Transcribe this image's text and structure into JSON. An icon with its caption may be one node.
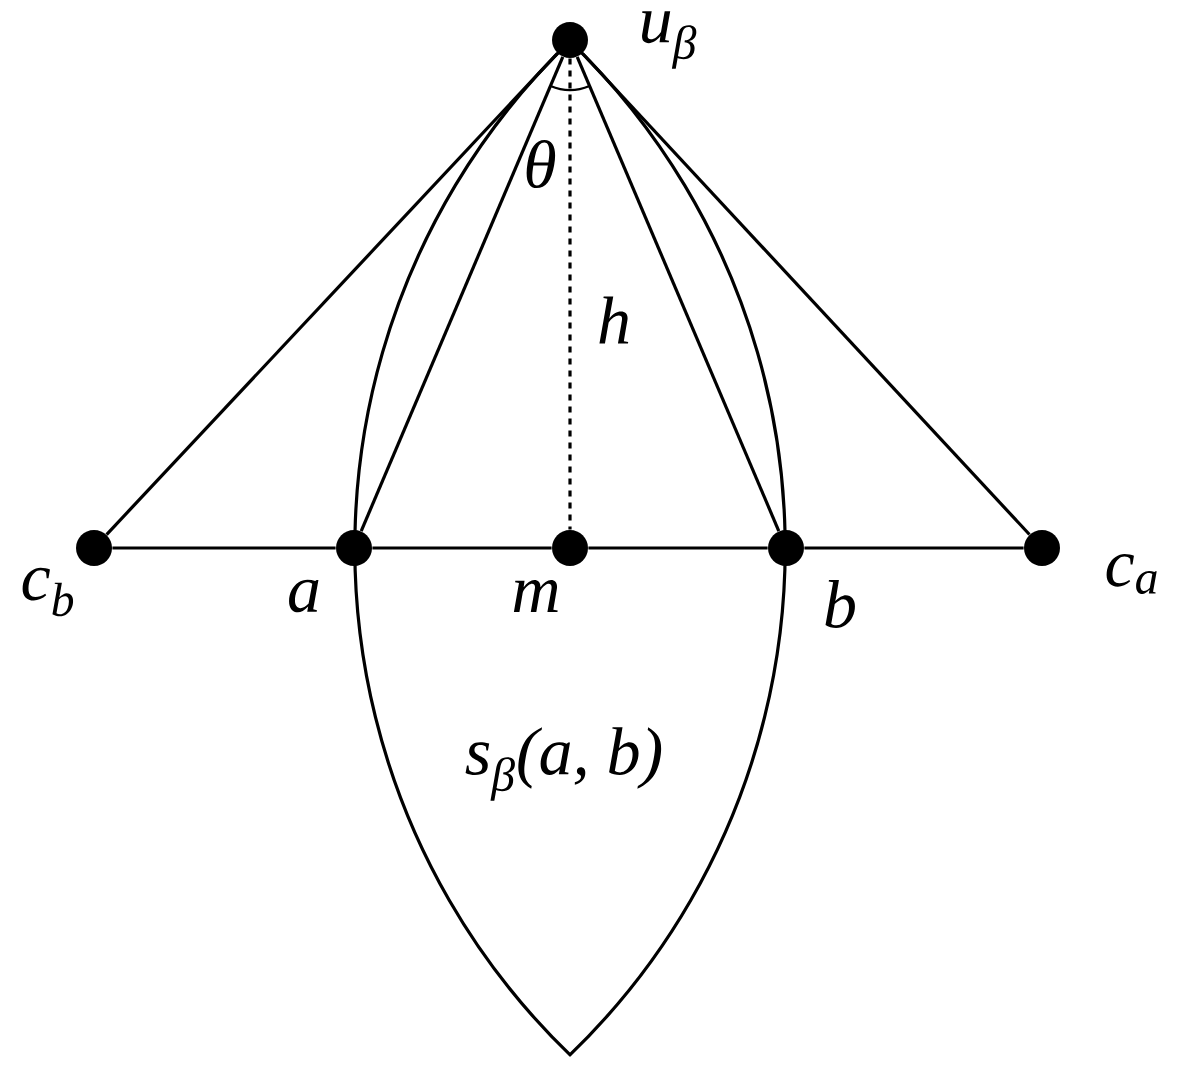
{
  "diagram": {
    "nodes": [
      {
        "text": [],
        "shape": "circle",
        "beside": [
          "u$_{β}$"
        ]
      },
      {
        "text": [],
        "shape": "circle",
        "beside": [
          "c$_{b}$"
        ]
      },
      {
        "text": [],
        "shape": "circle",
        "beside": [
          "a"
        ]
      },
      {
        "text": [],
        "shape": "circle",
        "beside": [
          "m"
        ]
      },
      {
        "text": [],
        "shape": "circle",
        "beside": [
          "b"
        ]
      },
      {
        "text": [],
        "shape": "circle",
        "beside": [
          "c$_{a}$"
        ]
      }
    ],
    "edges": [
      {
        "from": 0,
        "to": 1,
        "arrow": "none"
      },
      {
        "from": 0,
        "to": 2,
        "arrow": "none"
      },
      {
        "from": 0,
        "to": 3,
        "arrow": "none",
        "style": "dashed",
        "label": "h"
      },
      {
        "from": 0,
        "to": 4,
        "arrow": "none"
      },
      {
        "from": 0,
        "to": 5,
        "arrow": "none"
      },
      {
        "from": 1,
        "to": 2,
        "arrow": "none"
      },
      {
        "from": 2,
        "to": 3,
        "arrow": "none"
      },
      {
        "from": 3,
        "to": 4,
        "arrow": "none"
      },
      {
        "from": 4,
        "to": 5,
        "arrow": "none"
      }
    ],
    "labels": [
      "θ",
      "s$_{β}$(a, b)"
    ]
  }
}
